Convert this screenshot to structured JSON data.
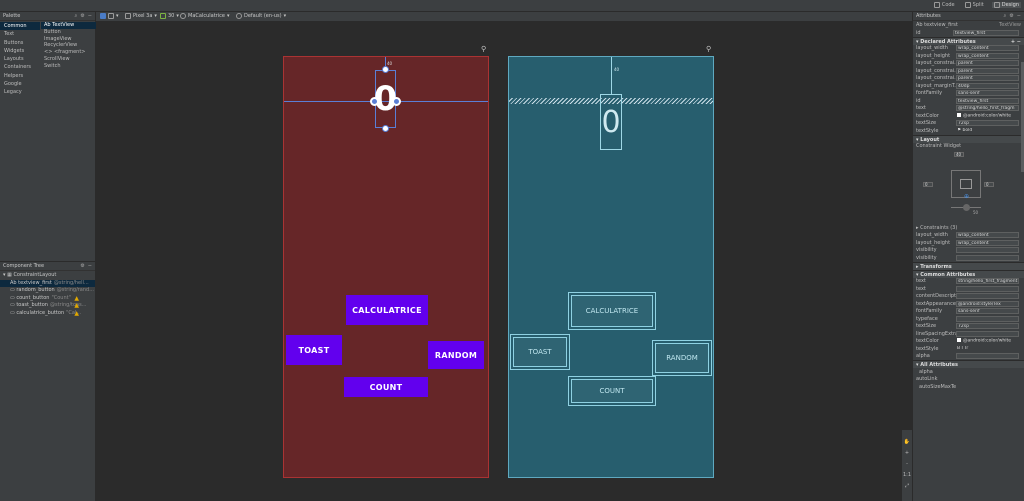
{
  "view_modes": {
    "code": "Code",
    "split": "Split",
    "design": "Design"
  },
  "toolbar": {
    "device": "Pixel 3a",
    "api": "30",
    "theme": "MaCalculatrice",
    "locale": "Default (en-us)",
    "dp": "0dp"
  },
  "palette": {
    "title": "Palette",
    "categories": [
      "Common",
      "Text",
      "Buttons",
      "Widgets",
      "Layouts",
      "Containers",
      "Helpers",
      "Google",
      "Legacy"
    ],
    "items": [
      "Ab TextView",
      "Button",
      "ImageView",
      "RecyclerView",
      "<> <fragment>",
      "ScrollView",
      "Switch"
    ]
  },
  "component_tree": {
    "title": "Component Tree",
    "root": "ConstraintLayout",
    "rows": [
      {
        "name": "Ab textview_first",
        "meta": "@string/hell...",
        "warn": false,
        "sel": true
      },
      {
        "name": "random_button",
        "meta": "@string/rand...",
        "warn": false,
        "sel": false
      },
      {
        "name": "count_button",
        "meta": "\"Count\"",
        "warn": true,
        "sel": false
      },
      {
        "name": "toast_button",
        "meta": "@string/toas...",
        "warn": true,
        "sel": false
      },
      {
        "name": "calculatrice_button",
        "meta": "\"Cal...",
        "warn": true,
        "sel": false
      }
    ]
  },
  "design": {
    "zero": "0",
    "margin": "40",
    "calc": "CALCULATRICE",
    "toast": "TOAST",
    "random": "RANDOM",
    "count": "COUNT"
  },
  "blueprint": {
    "zero": "0",
    "margin": "40",
    "calc": "CALCULATRICE",
    "toast": "TOAST",
    "random": "RANDOM",
    "count": "COUNT"
  },
  "attributes": {
    "title": "Attributes",
    "type": "Ab textview_first",
    "kind": "TextView",
    "id_label": "id",
    "id_value": "textview_first",
    "declared_title": "Declared Attributes",
    "declared": [
      {
        "k": "layout_width",
        "v": "wrap_content"
      },
      {
        "k": "layout_height",
        "v": "wrap_content"
      },
      {
        "k": "layout_constrai...",
        "v": "parent"
      },
      {
        "k": "layout_constrai...",
        "v": "parent"
      },
      {
        "k": "layout_constrai...",
        "v": "parent"
      },
      {
        "k": "layout_marginT...",
        "v": "40dp"
      },
      {
        "k": "fontFamily",
        "v": "sans-serif"
      },
      {
        "k": "id",
        "v": "textview_first"
      },
      {
        "k": "text",
        "v": "@string/hello_first_fragm"
      },
      {
        "k": "textColor",
        "v": "@android:color/white"
      },
      {
        "k": "textSize",
        "v": "72sp"
      },
      {
        "k": "textStyle",
        "v": "bold"
      }
    ],
    "layout_title": "Layout",
    "constraint_widget": "Constraint Widget",
    "cw": {
      "top": "40",
      "left": "0",
      "right": "0",
      "bias": "50"
    },
    "constraints": "Constraints (3)",
    "layout_rows": [
      {
        "k": "layout_width",
        "v": "wrap_content"
      },
      {
        "k": "layout_height",
        "v": "wrap_content"
      },
      {
        "k": "visibility",
        "v": ""
      },
      {
        "k": "visibility",
        "v": ""
      }
    ],
    "transforms": "Transforms",
    "common_title": "Common Attributes",
    "common": [
      {
        "k": "text",
        "v": "string/hello_first_fragment"
      },
      {
        "k": "text",
        "v": ""
      },
      {
        "k": "contentDescripti...",
        "v": ""
      },
      {
        "k": "textAppearance",
        "v": "@android:style/Tex"
      },
      {
        "k": "fontFamily",
        "v": "sans-serif"
      },
      {
        "k": "typeface",
        "v": ""
      },
      {
        "k": "textSize",
        "v": "72sp"
      },
      {
        "k": "lineSpacingExtra",
        "v": ""
      },
      {
        "k": "textColor",
        "v": "@android:color/white"
      },
      {
        "k": "textStyle",
        "v": "B  I  Tr"
      },
      {
        "k": "alpha",
        "v": ""
      }
    ],
    "all_title": "All Attributes",
    "all": [
      {
        "k": "alpha",
        "v": ""
      },
      {
        "k": "autoLink",
        "v": ""
      },
      {
        "k": "autoSizeMaxTex...",
        "v": ""
      }
    ]
  },
  "side_icons": {
    "zoom_in": "+",
    "zoom_out": "-",
    "ratio": "1:1"
  }
}
